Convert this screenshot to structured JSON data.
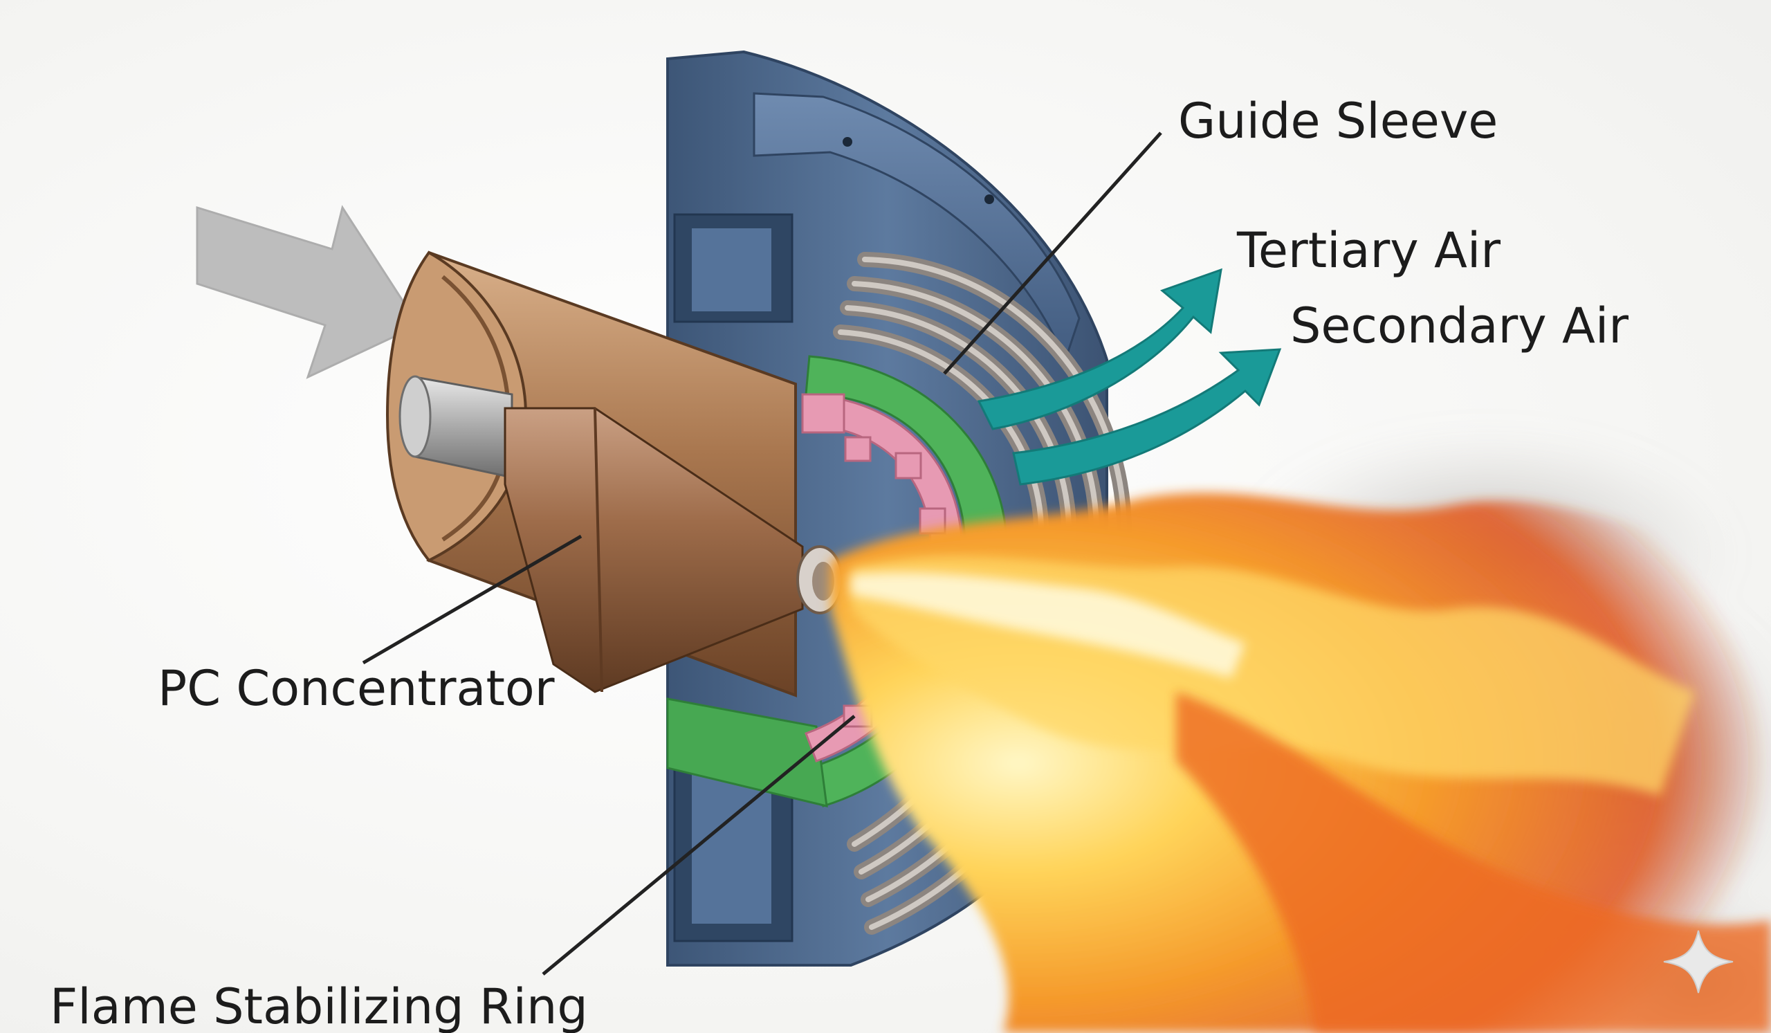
{
  "labels": {
    "guide_sleeve": "Guide Sleeve",
    "tertiary_air": "Tertiary Air",
    "secondary_air": "Secondary Air",
    "pc_concentrator": "PC Concentrator",
    "flame_stabilizing_ring": "Flame Stabilizing Ring"
  },
  "colors": {
    "housing": "#4f6b8f",
    "green_ring": "#4fb35a",
    "pink_ring": "#e79ab3",
    "bronze": "#9c6a45",
    "air_arrow": "#1a9a98",
    "inlet_arrow": "#b9b9b9",
    "flame": "#f29a2e",
    "smoke": "#8a8683"
  },
  "icons": [
    "inlet-arrow-icon",
    "air-flow-arrow-icon",
    "sparkle-icon"
  ]
}
